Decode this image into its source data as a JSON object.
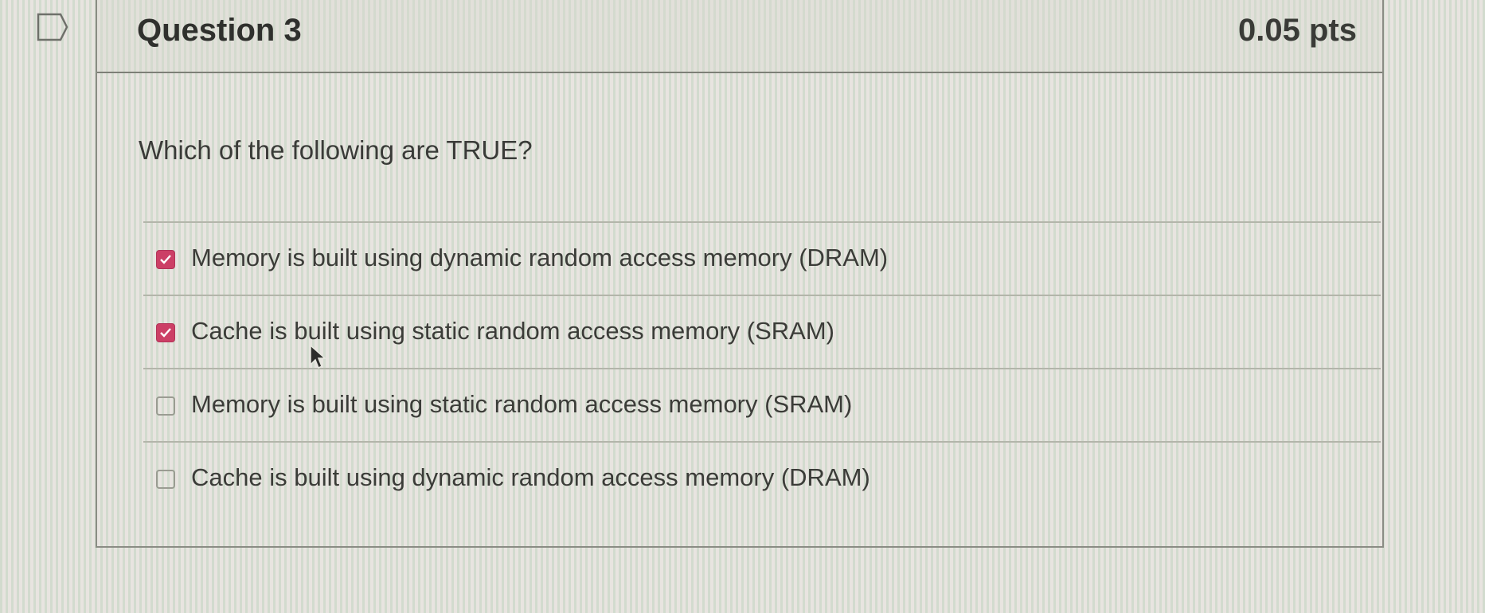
{
  "question": {
    "title": "Question 3",
    "points": "0.05 pts",
    "prompt": "Which of the following are TRUE?",
    "answers": [
      {
        "label": "Memory is built using dynamic random access memory (DRAM)",
        "checked": true
      },
      {
        "label": "Cache is built using static random access memory (SRAM)",
        "checked": true
      },
      {
        "label": "Memory is built using static random access memory (SRAM)",
        "checked": false
      },
      {
        "label": "Cache is built using dynamic random access memory (DRAM)",
        "checked": false
      }
    ]
  },
  "colors": {
    "checkbox_checked": "#cc3f66",
    "text": "#3a3b38"
  },
  "icons": {
    "flag": "flag-question-icon",
    "cursor": "mouse-pointer-icon"
  }
}
